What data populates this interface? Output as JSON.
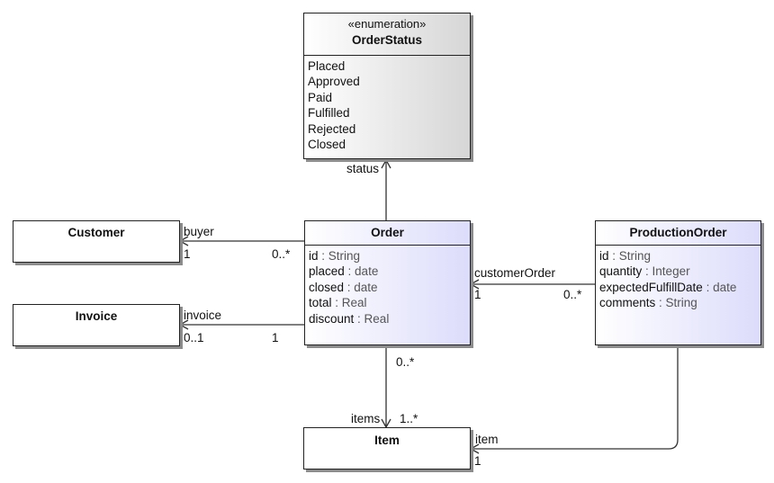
{
  "enum_box": {
    "stereotype": "«enumeration»",
    "name": "OrderStatus",
    "literals": [
      "Placed",
      "Approved",
      "Paid",
      "Fulfilled",
      "Rejected",
      "Closed"
    ]
  },
  "customer": {
    "name": "Customer"
  },
  "invoice": {
    "name": "Invoice"
  },
  "item": {
    "name": "Item"
  },
  "order": {
    "name": "Order",
    "attributes": [
      {
        "name": "id",
        "type": " : String"
      },
      {
        "name": "placed",
        "type": " : date"
      },
      {
        "name": "closed",
        "type": " : date"
      },
      {
        "name": "total",
        "type": " : Real"
      },
      {
        "name": "discount",
        "type": " : Real"
      }
    ]
  },
  "production_order": {
    "name": "ProductionOrder",
    "attributes": [
      {
        "name": "id",
        "type": " : String"
      },
      {
        "name": "quantity",
        "type": " : Integer"
      },
      {
        "name": "expectedFulfillDate",
        "type": " : date"
      },
      {
        "name": "comments",
        "type": " : String"
      }
    ]
  },
  "associations": {
    "status": {
      "role": "status"
    },
    "buyer": {
      "role": "buyer",
      "target_mult": "1",
      "source_mult": "0..*"
    },
    "invoice": {
      "role": "invoice",
      "target_mult": "0..1",
      "source_mult": "1"
    },
    "items": {
      "source_mult": "0..*",
      "role": "items",
      "target_mult": "1..*"
    },
    "customer_order": {
      "role": "customerOrder",
      "target_mult": "1",
      "source_mult": "0..*"
    },
    "item": {
      "role": "item",
      "target_mult": "1"
    }
  }
}
